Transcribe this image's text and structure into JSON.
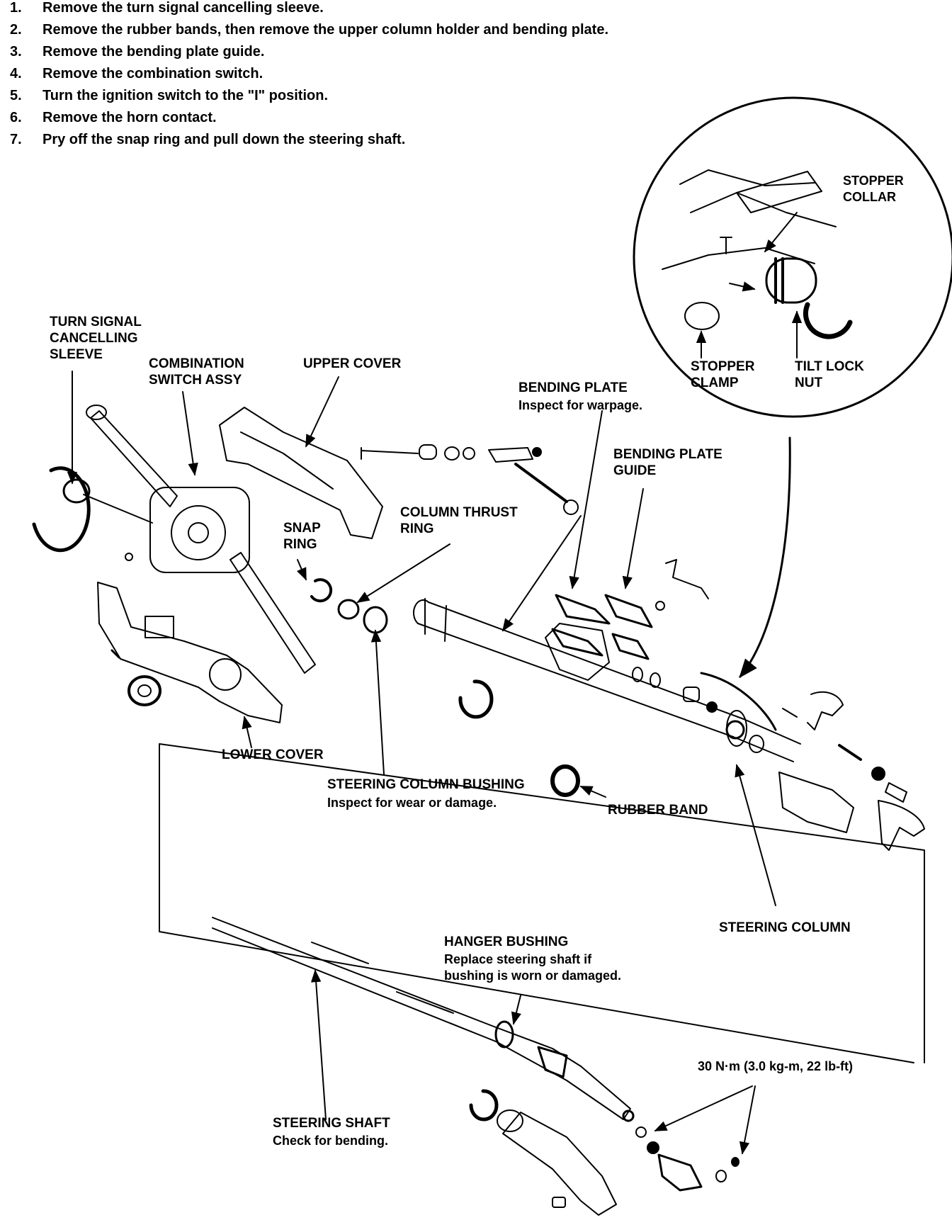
{
  "steps": [
    {
      "num": "1.",
      "text": "Remove the turn signal cancelling sleeve."
    },
    {
      "num": "2.",
      "text": "Remove the rubber bands, then remove the upper column holder and bending plate."
    },
    {
      "num": "3.",
      "text": "Remove the bending plate guide."
    },
    {
      "num": "4.",
      "text": "Remove the combination switch."
    },
    {
      "num": "5.",
      "text": "Turn the ignition switch to the \"I\" position."
    },
    {
      "num": "6.",
      "text": "Remove the horn contact."
    },
    {
      "num": "7.",
      "text": "Pry off the snap ring and pull down the steering shaft."
    }
  ],
  "labels": {
    "turn_signal": [
      "TURN SIGNAL",
      "CANCELLING",
      "SLEEVE"
    ],
    "combination_switch": [
      "COMBINATION",
      "SWITCH ASSY"
    ],
    "upper_cover": "UPPER COVER",
    "snap_ring": [
      "SNAP",
      "RING"
    ],
    "column_thrust_ring": [
      "COLUMN THRUST",
      "RING"
    ],
    "bending_plate": "BENDING PLATE",
    "bending_plate_note": "Inspect for warpage.",
    "bending_plate_guide": [
      "BENDING PLATE",
      "GUIDE"
    ],
    "stopper_collar": [
      "STOPPER",
      "COLLAR"
    ],
    "stopper_clamp": [
      "STOPPER",
      "CLAMP"
    ],
    "tilt_lock_nut": [
      "TILT LOCK",
      "NUT"
    ],
    "lower_cover": "LOWER COVER",
    "steering_column_bushing": "STEERING COLUMN BUSHING",
    "bushing_note": "Inspect for wear or damage.",
    "rubber_band": "RUBBER BAND",
    "steering_column": "STEERING COLUMN",
    "hanger_bushing": "HANGER BUSHING",
    "hanger_note": [
      "Replace steering shaft if",
      "bushing is worn or damaged."
    ],
    "steering_shaft": "STEERING SHAFT",
    "shaft_note": "Check for bending.",
    "torque": "30 N·m (3.0 kg-m, 22 lb-ft)"
  }
}
